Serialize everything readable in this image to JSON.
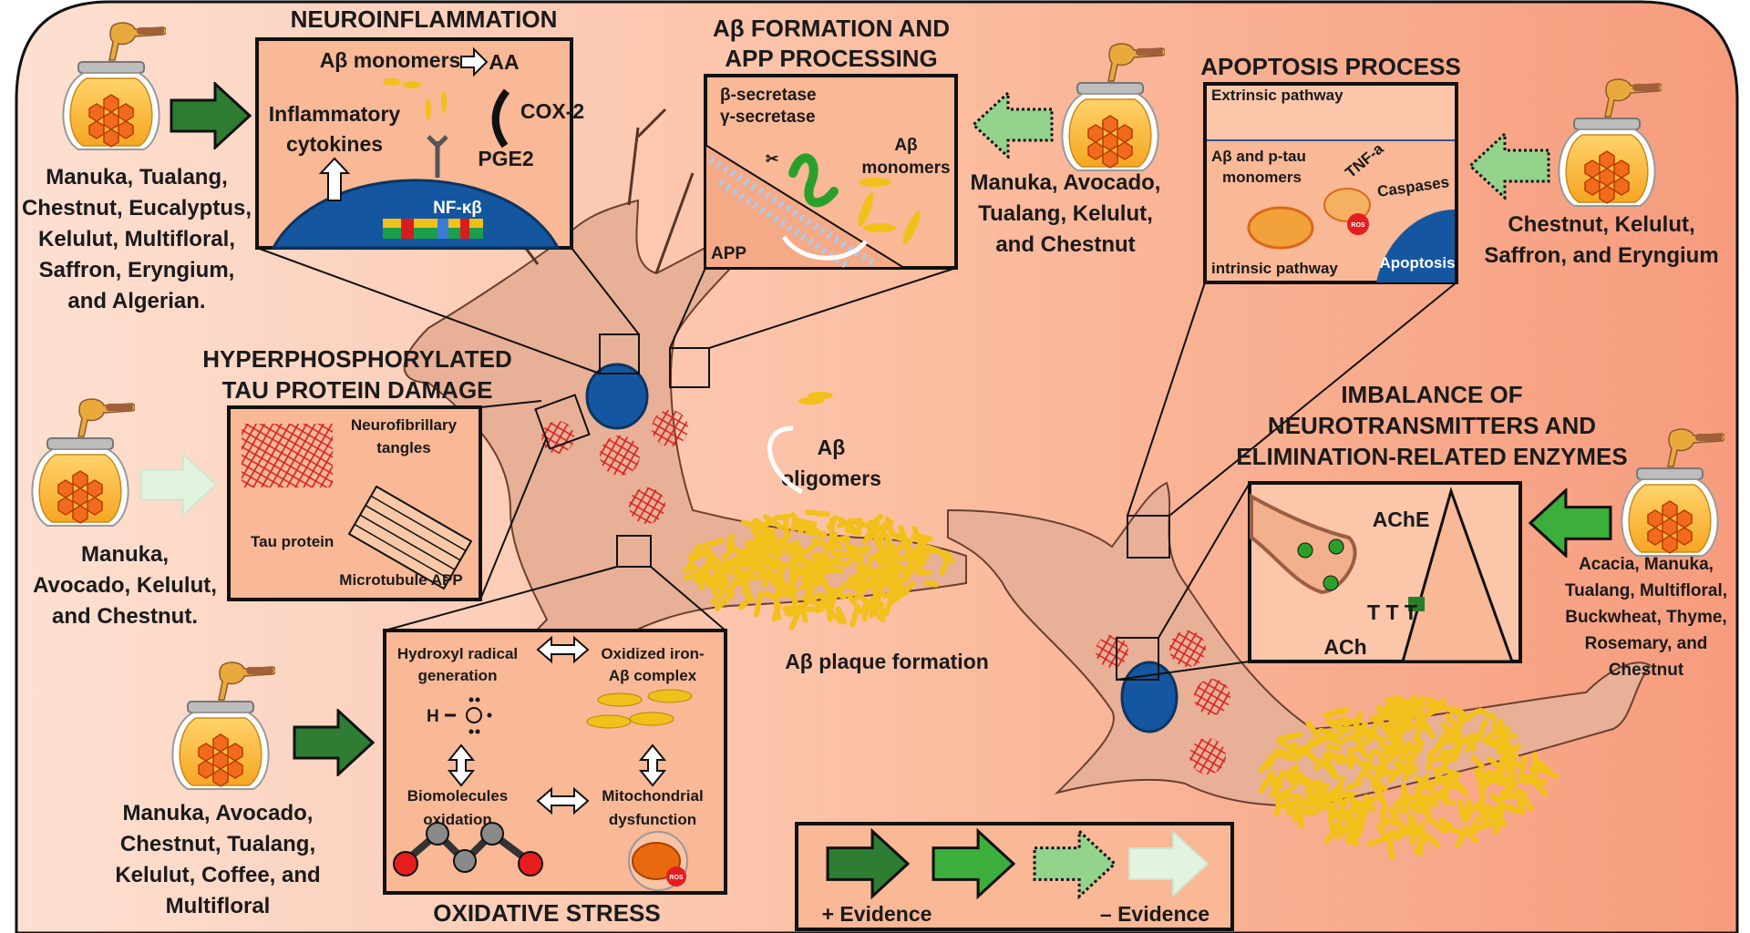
{
  "colors": {
    "background_left": "#fde0d2",
    "background_right": "#f69c7d",
    "strong_evidence": "#2e7d32",
    "good_evidence": "#3cae3c",
    "moderate_evidence": "#93d38c",
    "weak_evidence": "#e2f3e0",
    "nucleus": "#1457a0",
    "amyloid": "#f2c01a",
    "tau": "#d61e1e"
  },
  "neuroinflammation": {
    "title": "NEUROINFLAMMATION",
    "ab_monomers": "Aβ monomers",
    "aa": "AA",
    "cox2": "COX-2",
    "pge2": "PGE2",
    "cytokines_line1": "Inflammatory",
    "cytokines_line2": "cytokines",
    "nfkb": "NF-κβ",
    "honey": [
      "Manuka, Tualang,",
      "Chestnut, Eucalyptus,",
      "Kelulut, Multifloral,",
      "Saffron, Eryngium,",
      "and Algerian."
    ],
    "evidence": "strong"
  },
  "app_processing": {
    "title_line1": "Aβ FORMATION AND",
    "title_line2": "APP PROCESSING",
    "beta_secretase": "β-secretase",
    "gamma_secretase": "γ-secretase",
    "ab_line1": "Aβ",
    "ab_line2": "monomers",
    "app": "APP",
    "honey": [
      "Manuka, Avocado,",
      "Tualang, Kelulut,",
      "and Chestnut"
    ],
    "evidence": "moderate"
  },
  "apoptosis": {
    "title": "APOPTOSIS PROCESS",
    "extrinsic": "Extrinsic pathway",
    "ab_ptau_line1": "Aβ and p-tau",
    "ab_ptau_line2": "monomers",
    "tnf": "TNF-a",
    "caspases": "Caspases",
    "ros": "ROS",
    "intrinsic": "intrinsic pathway",
    "apoptosis": "Apoptosis",
    "honey": [
      "Chestnut, Kelulut,",
      "Saffron, and Eryngium"
    ],
    "evidence": "moderate"
  },
  "tau": {
    "title_line1": "HYPERPHOSPHORYLATED",
    "title_line2": "TAU PROTEIN DAMAGE",
    "nft_line1": "Neurofibrillary",
    "nft_line2": "tangles",
    "tau_protein": "Tau protein",
    "microtubule": "Microtubule APP",
    "honey": [
      "Manuka,",
      "Avocado, Kelulut,",
      "and Chestnut."
    ],
    "evidence": "weak"
  },
  "imbalance": {
    "title_line1": "IMBALANCE OF",
    "title_line2": "NEUROTRANSMITTERS AND",
    "title_line3": "ELIMINATION-RELATED ENZYMES",
    "ache": "AChE",
    "ach": "ACh",
    "honey": [
      "Acacia, Manuka,",
      "Tualang, Multifloral,",
      "Buckwheat, Thyme,",
      "Rosemary, and",
      "Chestnut"
    ],
    "evidence": "good"
  },
  "oxidative": {
    "title": "OXIDATIVE STRESS",
    "hydroxyl_line1": "Hydroxyl radical",
    "hydroxyl_line2": "generation",
    "iron_line1": "Oxidized iron-",
    "iron_line2": "Aβ complex",
    "bio_line1": "Biomolecules",
    "bio_line2": "oxidation",
    "mito_line1": "Mitochondrial",
    "mito_line2": "dysfunction",
    "h": "H",
    "ros": "ROS",
    "honey": [
      "Manuka, Avocado,",
      "Chestnut, Tualang,",
      "Kelulut, Coffee, and",
      "Multifloral"
    ],
    "evidence": "strong"
  },
  "center": {
    "oligomers_line1": "Aβ",
    "oligomers_line2": "oligomers",
    "plaque": "Aβ plaque formation"
  },
  "legend": {
    "plus": "+ Evidence",
    "minus": "– Evidence"
  }
}
